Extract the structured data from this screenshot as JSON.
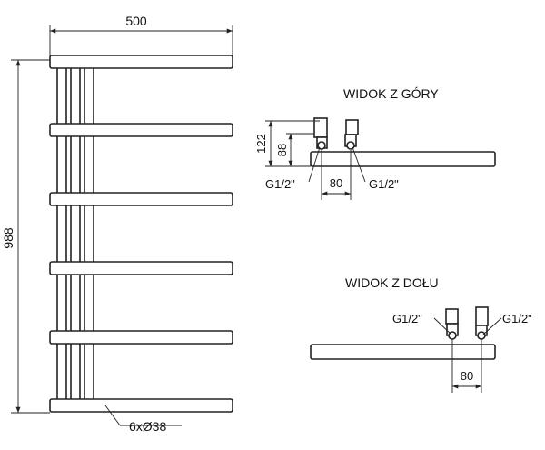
{
  "front_view": {
    "width_dim": "500",
    "height_dim": "988",
    "tube_callout": "6xØ38",
    "bar_count": 6
  },
  "top_view": {
    "title": "WIDOK Z GÓRY",
    "dim_122": "122",
    "dim_88": "88",
    "dim_80": "80",
    "thread_left": "G1/2\"",
    "thread_right": "G1/2\""
  },
  "bottom_view": {
    "title": "WIDOK Z DOŁU",
    "dim_80": "80",
    "thread_left": "G1/2\"",
    "thread_right": "G1/2\""
  }
}
